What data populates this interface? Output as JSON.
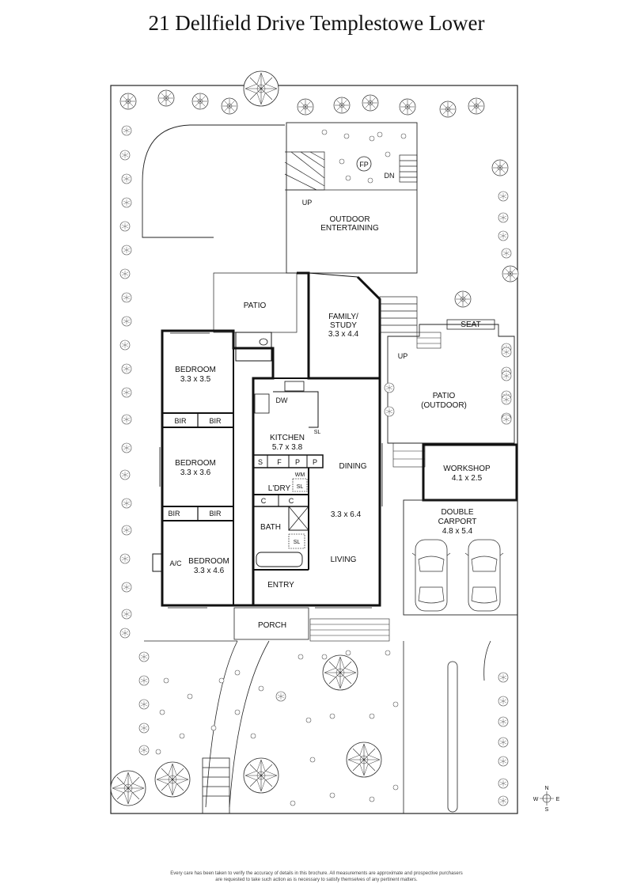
{
  "title": "21 Dellfield Drive Templestowe Lower",
  "rooms": {
    "outdoor_entertaining": [
      "OUTDOOR",
      "ENTERTAINING"
    ],
    "patio_top": "PATIO",
    "family": [
      "FAMILY/",
      "STUDY",
      "3.3 x 4.4"
    ],
    "bedroom1": [
      "BEDROOM",
      "3.3 x 3.5"
    ],
    "bedroom2": [
      "BEDROOM",
      "3.3 x 3.6"
    ],
    "bedroom3": [
      "BEDROOM",
      "3.3 x 4.6"
    ],
    "kitchen": [
      "KITCHEN",
      "5.7 x 3.8"
    ],
    "dining": "DINING",
    "living": [
      "3.3 x 6.4",
      "LIVING"
    ],
    "laundry": "L'DRY",
    "bath": "BATH",
    "entry": "ENTRY",
    "porch": "PORCH",
    "patio_outdoor": [
      "PATIO",
      "(OUTDOOR)"
    ],
    "seat": "SEAT",
    "workshop": [
      "WORKSHOP",
      "4.1 x 2.5"
    ],
    "carport": [
      "DOUBLE",
      "CARPORT",
      "4.8 x 5.4"
    ]
  },
  "fixtures": {
    "fp": "FP",
    "dn": "DN",
    "up": "UP",
    "dw": "DW",
    "sl": "SL",
    "wm": "WM",
    "bir": "BIR",
    "ac": "A/C",
    "s": "S",
    "f": "F",
    "p": "P",
    "c": "C"
  },
  "compass": {
    "n": "N",
    "s": "S",
    "e": "E",
    "w": "W"
  },
  "disclaimer": [
    "Every care has been taken to verify the accuracy of details in this brochure. All measurements are approximate and prospective purchasers",
    "are requested to take such action as is necessary to satisfy themselves of any pertinent matters."
  ]
}
